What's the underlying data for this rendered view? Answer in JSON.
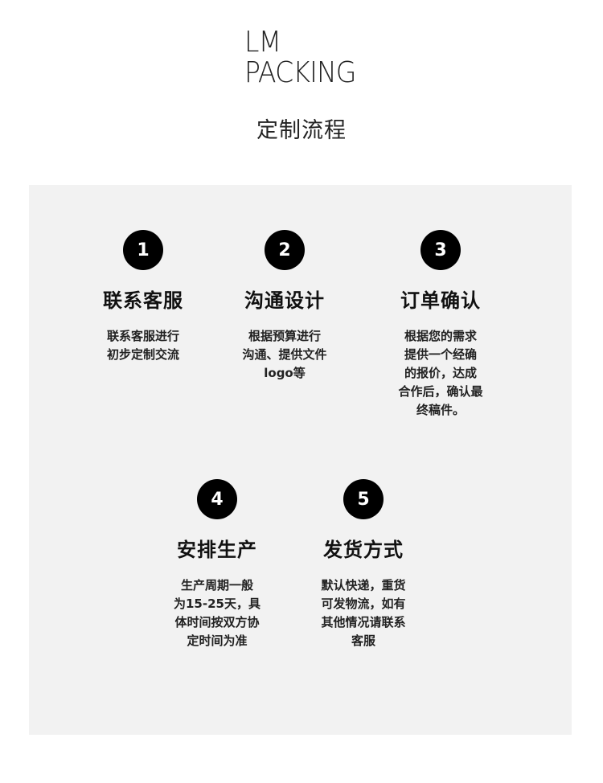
{
  "brand": {
    "line1": "LM",
    "line2": "PACKING"
  },
  "title": "定制流程",
  "steps": [
    {
      "number": "1",
      "heading": "联系客服",
      "desc": "联系客服进行\n初步定制交流"
    },
    {
      "number": "2",
      "heading": "沟通设计",
      "desc": "根据预算进行\n沟通、提供文件\nlogo等"
    },
    {
      "number": "3",
      "heading": "订单确认",
      "desc": "根据您的需求\n提供一个经确\n的报价，达成\n合作后，确认最\n终稿件。"
    },
    {
      "number": "4",
      "heading": "安排生产",
      "desc": "生产周期一般\n为15-25天，具\n体时间按双方协\n定时间为准"
    },
    {
      "number": "5",
      "heading": "发货方式",
      "desc": "默认快递，重货\n可发物流，如有\n其他情况请联系\n客服"
    }
  ]
}
